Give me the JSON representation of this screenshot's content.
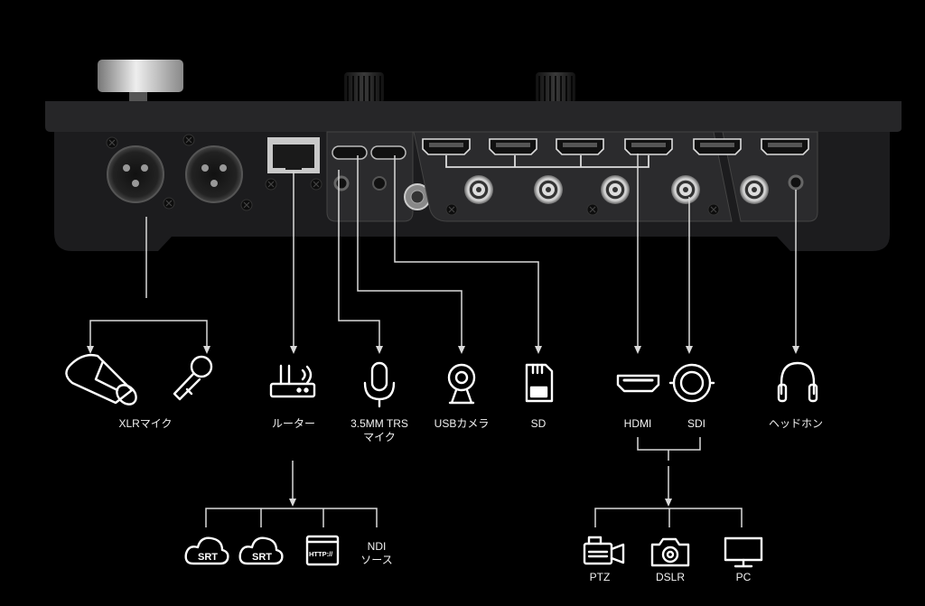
{
  "colors": {
    "background": "#000000",
    "device_body": "#1c1c1e",
    "panel": "#2a2a2c",
    "line": "#d9d9d9",
    "icon": "#ffffff"
  },
  "inputs": {
    "xlr": {
      "label": "XLRマイク",
      "icons": [
        "xlr-plug-icon",
        "microphone-icon"
      ]
    },
    "router": {
      "label": "ルーター",
      "icon": "router-icon"
    },
    "trs_mic": {
      "label_line1": "3.5MM TRS",
      "label_line2": "マイク",
      "icon": "studio-mic-icon"
    },
    "usb_camera": {
      "label": "USBカメラ",
      "icon": "webcam-icon"
    },
    "sd": {
      "label": "SD",
      "icon": "sd-card-icon"
    },
    "hdmi": {
      "label": "HDMI",
      "icon": "hdmi-port-icon"
    },
    "sdi": {
      "label": "SDI",
      "icon": "bnc-connector-icon"
    },
    "headphone": {
      "label": "ヘッドホン",
      "icon": "headphones-icon"
    }
  },
  "streaming": {
    "srt1": {
      "text": "SRT",
      "icon": "srt-cloud-icon"
    },
    "srt2": {
      "text": "SRT",
      "icon": "srt-cloud-icon"
    },
    "http": {
      "text": "HTTP://",
      "icon": "http-window-icon"
    },
    "ndi": {
      "label_line1": "NDI",
      "label_line2": "ソース"
    }
  },
  "sources": {
    "ptz": {
      "label": "PTZ",
      "icon": "ptz-camera-icon"
    },
    "dslr": {
      "label": "DSLR",
      "icon": "dslr-camera-icon"
    },
    "pc": {
      "label": "PC",
      "icon": "monitor-icon"
    }
  }
}
